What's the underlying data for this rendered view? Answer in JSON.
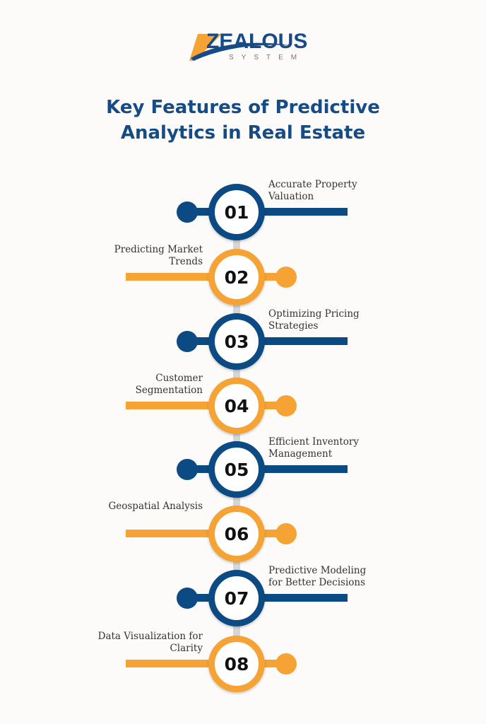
{
  "logo": {
    "main": "ZEALOUS",
    "sub": "SYSTEM"
  },
  "title": {
    "line1": "Key Features of Predictive",
    "line2": "Analytics in Real Estate"
  },
  "colors": {
    "blue": "#0b4a82",
    "orange": "#f5a335",
    "title": "#164c85",
    "connector": "#d6d6d6"
  },
  "items": [
    {
      "number": "01",
      "label": "Accurate Property Valuation",
      "color": "blue"
    },
    {
      "number": "02",
      "label": "Predicting Market Trends",
      "color": "orange"
    },
    {
      "number": "03",
      "label": "Optimizing Pricing Strategies",
      "color": "blue"
    },
    {
      "number": "04",
      "label": "Customer Segmentation",
      "color": "orange"
    },
    {
      "number": "05",
      "label": "Efficient Inventory Management",
      "color": "blue"
    },
    {
      "number": "06",
      "label": "Geospatial Analysis",
      "color": "orange"
    },
    {
      "number": "07",
      "label": "Predictive Modeling for Better Decisions",
      "color": "blue"
    },
    {
      "number": "08",
      "label": "Data Visualization for Clarity",
      "color": "orange"
    }
  ]
}
